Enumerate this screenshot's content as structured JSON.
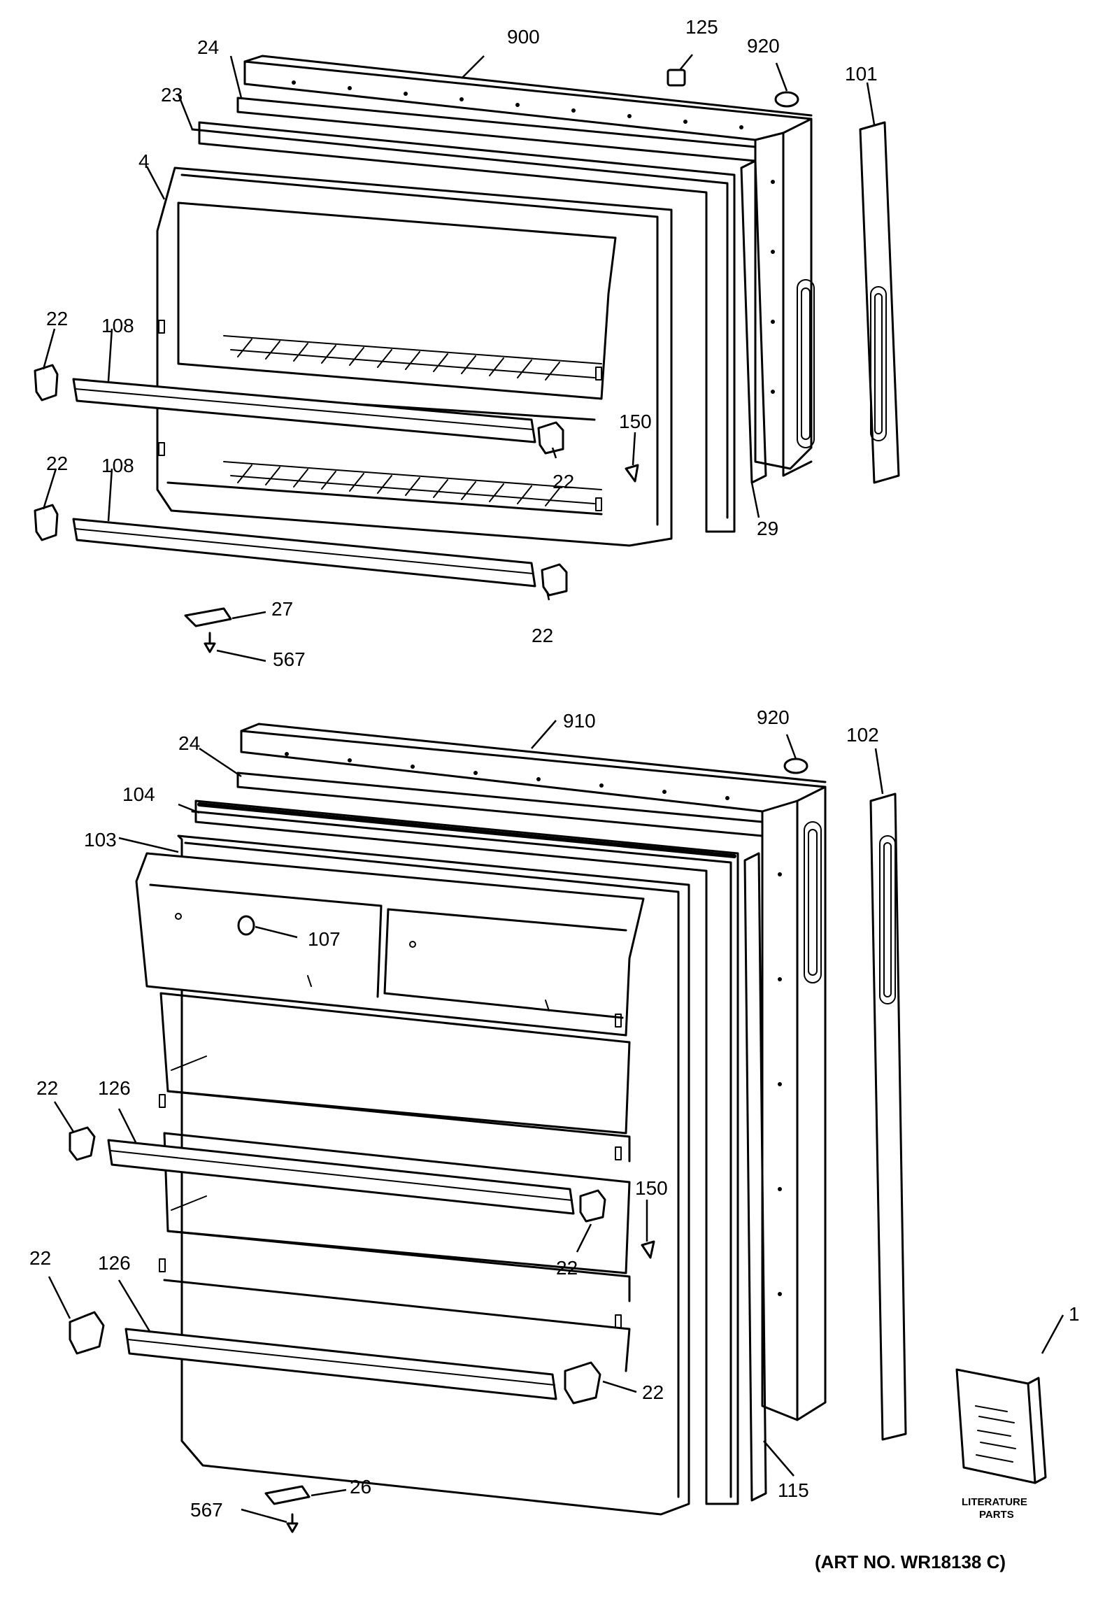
{
  "freezer_door": {
    "callouts": {
      "door_outer": "900",
      "gasket_top": "24",
      "liner": "23",
      "inner_panel": "4",
      "plug": "125",
      "plug_right": "920",
      "handle": "101",
      "shelf_bar_top": "108",
      "shelf_bar_bottom": "108",
      "clip_top_left": "22",
      "clip_top_right": "22",
      "clip_bottom_left": "22",
      "clip_bottom_right": "22",
      "stop": "150",
      "gasket_side": "29",
      "hinge": "27",
      "screw": "567"
    }
  },
  "fresh_food_door": {
    "callouts": {
      "door_outer": "910",
      "gasket_top": "24",
      "liner": "104",
      "inner_panel": "103",
      "plug_right": "920",
      "handle": "102",
      "dairy_button": "107",
      "shelf_bar_top": "126",
      "shelf_bar_bottom": "126",
      "clip_top_left": "22",
      "clip_top_right": "22",
      "clip_bottom_left": "22",
      "clip_bottom_right": "22",
      "stop": "150",
      "gasket_side": "115",
      "hinge": "26",
      "screw": "567",
      "literature": "1"
    }
  },
  "literature_label_line1": "LITERATURE",
  "literature_label_line2": "PARTS",
  "art_number": "(ART NO. WR18138 C)"
}
